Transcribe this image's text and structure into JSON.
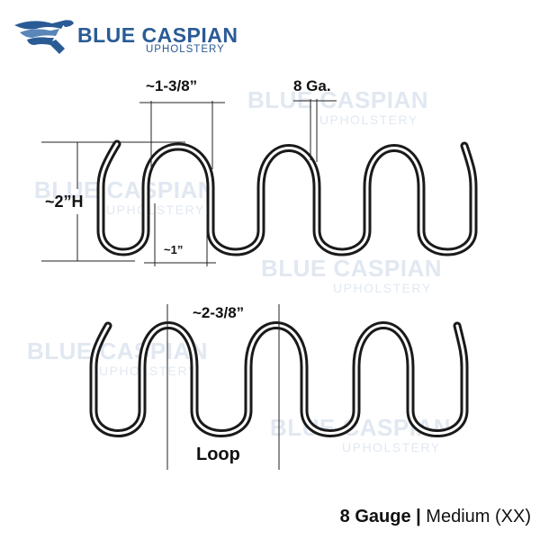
{
  "brand": {
    "name": "BLUE CASPIAN",
    "subtitle": "UPHOLSTERY",
    "color": "#2a5b95",
    "logo_icon": "bird-wing-logo-icon"
  },
  "watermark": {
    "name": "BLUE CASPIAN",
    "subtitle": "UPHOLSTERY",
    "color": "#c9d6e6"
  },
  "dimensions": {
    "loop_width": "~1-3/8”",
    "gauge": "8 Ga.",
    "height": "~2”H",
    "gap": "~1”",
    "pitch": "~2-3/8”",
    "loop": "Loop"
  },
  "caption": {
    "gauge": "8 Gauge",
    "separator": " | ",
    "variant": "Medium (XX)"
  },
  "colors": {
    "wire": "#1a1a1a",
    "dimension_line": "#222222"
  }
}
